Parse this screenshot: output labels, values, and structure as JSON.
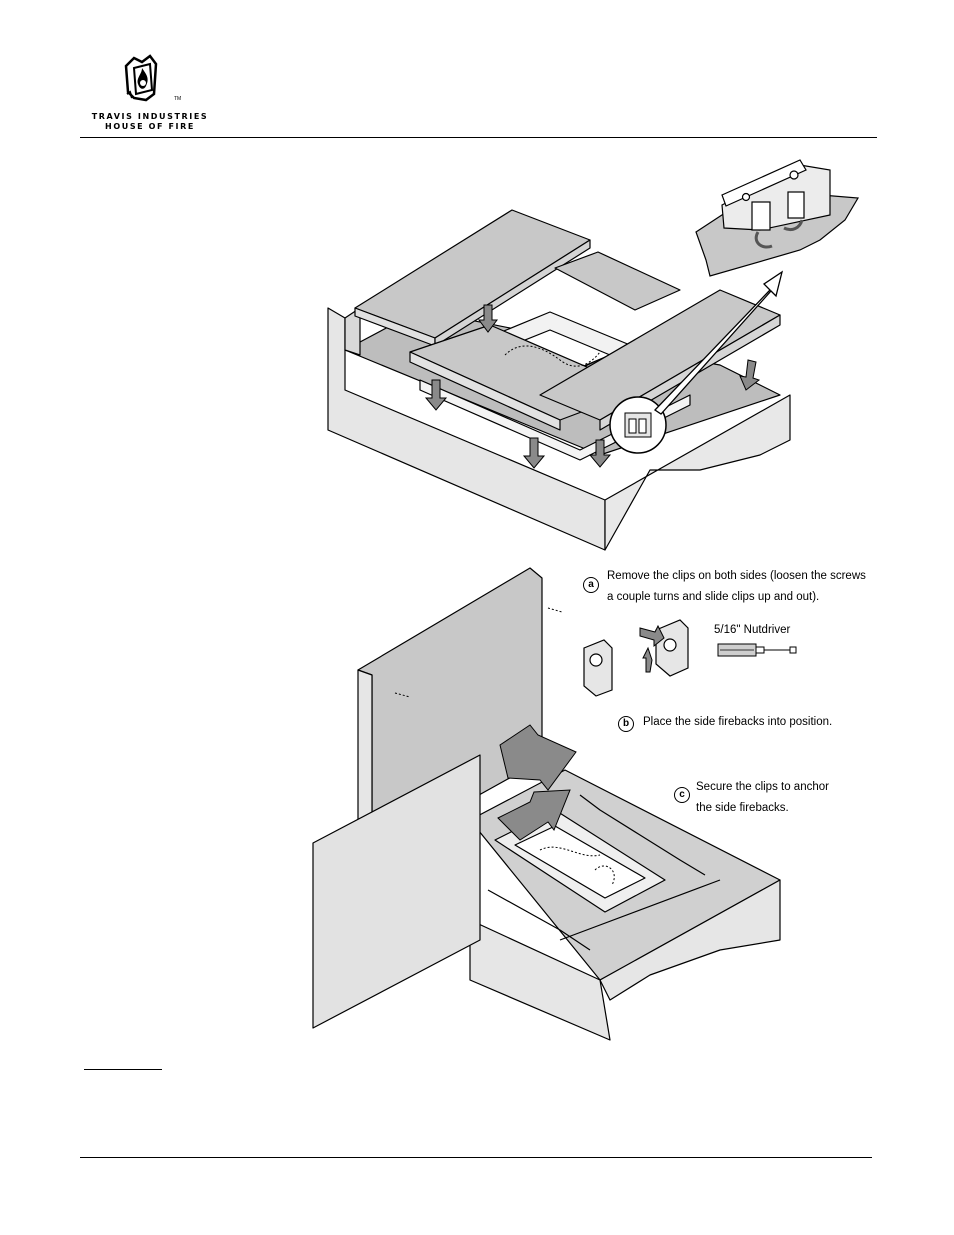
{
  "header": {
    "brand_line1": "TRAVIS INDUSTRIES",
    "brand_line2": "HOUSE OF FIRE",
    "trademark": "TM"
  },
  "figure2": {
    "step_a": {
      "marker": "a",
      "line1": "Remove the clips on both sides (loosen the screws",
      "line2": "a couple turns and slide clips up and out)."
    },
    "tool_label": "5/16\" Nutdriver",
    "step_b": {
      "marker": "b",
      "text": "Place the side firebacks into position."
    },
    "step_c": {
      "marker": "c",
      "line1": "Secure the clips to anchor",
      "line2": "the side firebacks."
    }
  },
  "colors": {
    "panel_gray": "#c8c8c8",
    "light_gray": "#e6e6e6",
    "arrow_gray": "#8a8a8a",
    "line": "#000000"
  }
}
